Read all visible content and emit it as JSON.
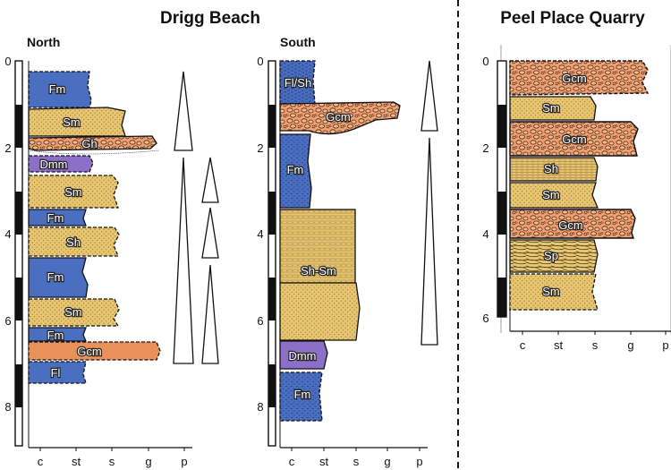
{
  "titles": {
    "drigg": "Drigg Beach",
    "peel": "Peel Place Quarry",
    "north": "North",
    "south": "South"
  },
  "grain_labels": [
    "c",
    "st",
    "s",
    "g",
    "p"
  ],
  "colors": {
    "Fm": "#4a6fc0",
    "Fl": "#4a6fc0",
    "Sm": "#e8c56f",
    "Sh": "#e8c56f",
    "Sp": "#e8c56f",
    "Gcm": "#f0a072",
    "Dmm": "#8c70c8",
    "Gcm_orange": "#e8925a"
  },
  "sections": [
    {
      "id": "north",
      "depth_ticks": [
        "0",
        "2",
        "4",
        "6",
        "8"
      ],
      "max_depth_m": 9,
      "units": [
        {
          "label": "Fm",
          "top": 0.0,
          "base": 1.0,
          "grain": "st"
        },
        {
          "label": "Sm",
          "top": 1.0,
          "base": 1.75,
          "grain": "s"
        },
        {
          "label": "Gh",
          "top": 1.75,
          "base": 2.05,
          "grain": "g"
        },
        {
          "label": "Dmm",
          "top": 2.15,
          "base": 2.5,
          "grain": "st"
        },
        {
          "label": "Sm",
          "top": 2.6,
          "base": 3.35,
          "grain": "s"
        },
        {
          "label": "Fm",
          "top": 3.35,
          "base": 3.75,
          "grain": "st"
        },
        {
          "label": "Sh",
          "top": 3.75,
          "base": 4.45,
          "grain": "s"
        },
        {
          "label": "Fm",
          "top": 4.45,
          "base": 5.4,
          "grain": "st"
        },
        {
          "label": "Sm",
          "top": 5.4,
          "base": 6.1,
          "grain": "s"
        },
        {
          "label": "Fm",
          "top": 6.1,
          "base": 6.5,
          "grain": "st"
        },
        {
          "label": "Gcm",
          "top": 6.5,
          "base": 6.95,
          "grain": "g"
        },
        {
          "label": "Fl",
          "top": 6.95,
          "base": 7.5,
          "grain": "st"
        }
      ]
    },
    {
      "id": "south",
      "depth_ticks": [
        "0",
        "2",
        "4",
        "6",
        "8"
      ],
      "max_depth_m": 9,
      "units": [
        {
          "label": "Fl/Sh",
          "top": 0.0,
          "base": 1.0,
          "grain": "st"
        },
        {
          "label": "Gcm",
          "top": 1.0,
          "base": 1.7,
          "grain": "g"
        },
        {
          "label": "Fm",
          "top": 1.7,
          "base": 3.45,
          "grain": "st"
        },
        {
          "label": "Sh-Sm",
          "top": 3.45,
          "base": 6.5,
          "grain": "s"
        },
        {
          "label": "Dmm",
          "top": 6.5,
          "base": 7.2,
          "grain": "st"
        },
        {
          "label": "Fm",
          "top": 7.2,
          "base": 8.4,
          "grain": "st"
        }
      ]
    },
    {
      "id": "peel",
      "depth_ticks": [
        "0",
        "2",
        "4",
        "6"
      ],
      "max_depth_m": 6,
      "units": [
        {
          "label": "Gcm",
          "top": 0.0,
          "base": 0.8,
          "grain": "g"
        },
        {
          "label": "Sm",
          "top": 0.8,
          "base": 1.4,
          "grain": "s"
        },
        {
          "label": "Gcm",
          "top": 1.4,
          "base": 2.2,
          "grain": "g"
        },
        {
          "label": "Sh",
          "top": 2.2,
          "base": 2.8,
          "grain": "s"
        },
        {
          "label": "Sm",
          "top": 2.8,
          "base": 3.45,
          "grain": "s"
        },
        {
          "label": "Gcm",
          "top": 3.45,
          "base": 4.2,
          "grain": "g"
        },
        {
          "label": "Sp",
          "top": 4.2,
          "base": 4.95,
          "grain": "s"
        },
        {
          "label": "Sm",
          "top": 4.95,
          "base": 5.85,
          "grain": "s"
        }
      ]
    }
  ]
}
